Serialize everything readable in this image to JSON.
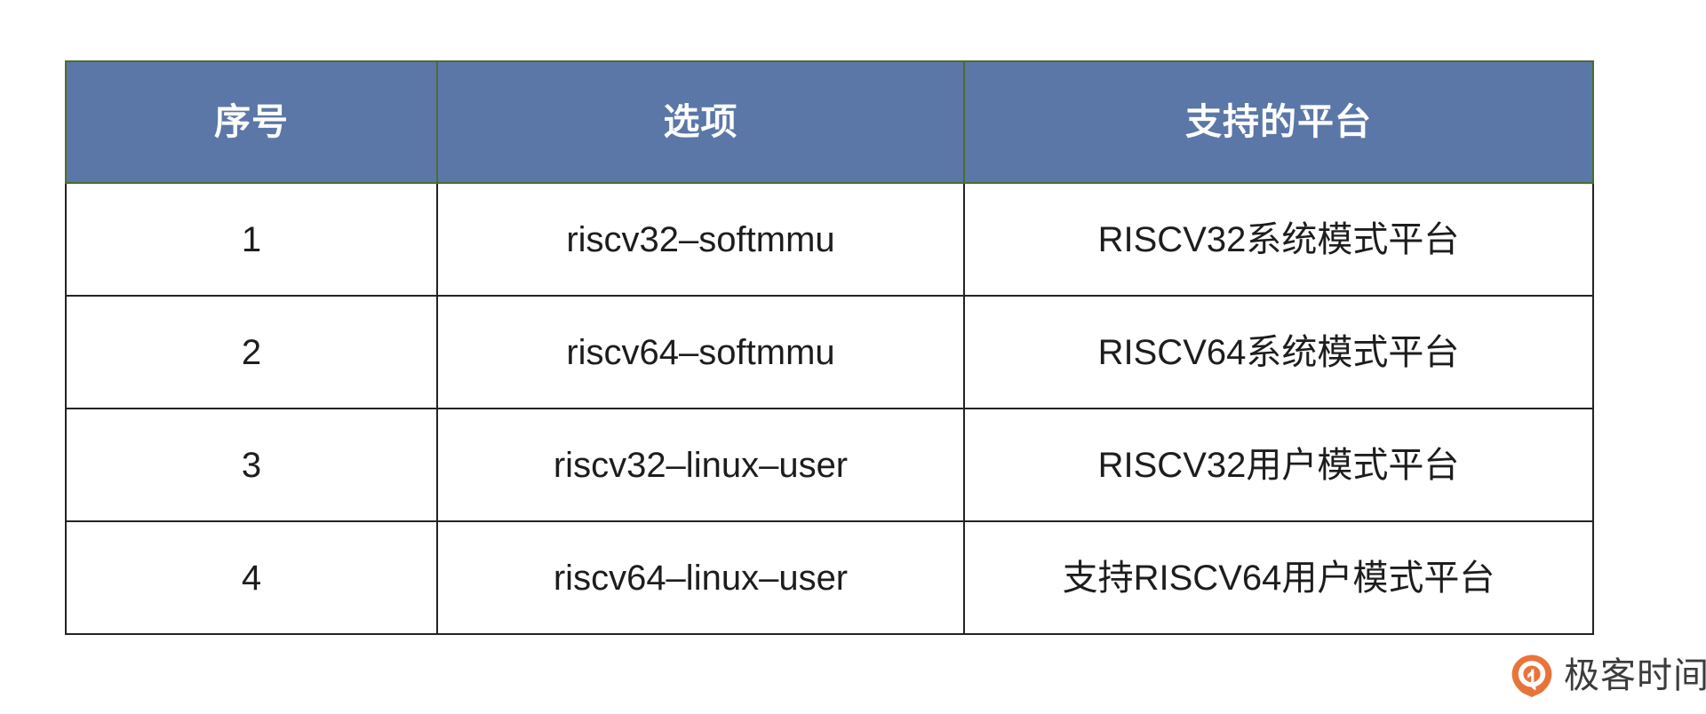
{
  "table": {
    "columns": [
      {
        "key": "num",
        "label": "序号"
      },
      {
        "key": "opt",
        "label": "选项"
      },
      {
        "key": "plat",
        "label": "支持的平台"
      }
    ],
    "rows": [
      {
        "num": "1",
        "opt": "riscv32–softmmu",
        "plat": "RISCV32系统模式平台"
      },
      {
        "num": "2",
        "opt": "riscv64–softmmu",
        "plat": "RISCV64系统模式平台"
      },
      {
        "num": "3",
        "opt": "riscv32–linux–user",
        "plat": "RISCV32用户模式平台"
      },
      {
        "num": "4",
        "opt": "riscv64–linux–user",
        "plat": "支持RISCV64用户模式平台"
      }
    ],
    "colors": {
      "header_background": "#5a77a8",
      "header_text": "#ffffff",
      "header_border": "#4c6d2e",
      "body_border": "#232323",
      "body_text": "#1d1d1f",
      "body_background": "#ffffff"
    }
  },
  "brand": {
    "name": "极客时间",
    "mark_icon": "geektime-pin-icon",
    "mark_color": "#e8743b"
  }
}
